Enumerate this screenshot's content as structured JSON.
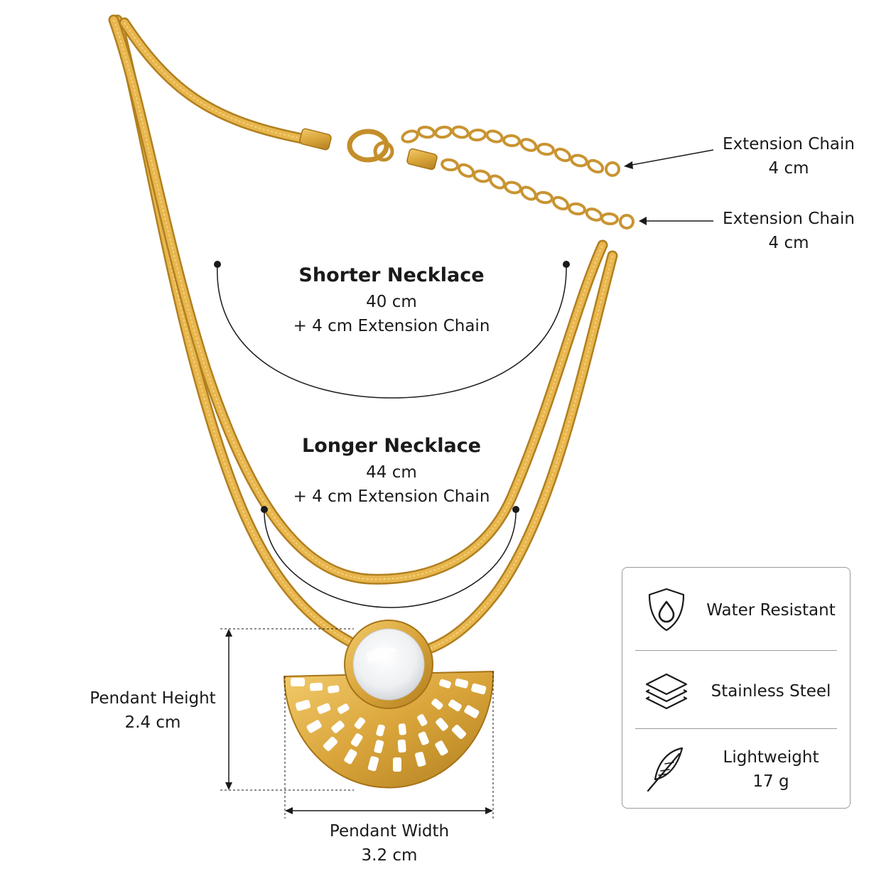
{
  "colors": {
    "gold": "#D9A43A",
    "gold_dark": "#B07F1F",
    "gold_light": "#F2CB6B",
    "pearl": "#EEF0F2",
    "ink": "#1A1A1A",
    "border": "#9A9A9A"
  },
  "extension_chain_1": {
    "label": "Extension Chain",
    "value": "4 cm"
  },
  "extension_chain_2": {
    "label": "Extension Chain",
    "value": "4 cm"
  },
  "shorter_necklace": {
    "title": "Shorter Necklace",
    "length": "40 cm",
    "extension": "+ 4 cm Extension Chain"
  },
  "longer_necklace": {
    "title": "Longer Necklace",
    "length": "44 cm",
    "extension": "+ 4 cm Extension Chain"
  },
  "pendant_height": {
    "label": "Pendant Height",
    "value": "2.4 cm"
  },
  "pendant_width": {
    "label": "Pendant Width",
    "value": "3.2 cm"
  },
  "features": [
    {
      "icon": "water-drop-shield-icon",
      "label": "Water Resistant",
      "detail": ""
    },
    {
      "icon": "layers-icon",
      "label": "Stainless Steel",
      "detail": ""
    },
    {
      "icon": "feather-icon",
      "label": "Lightweight",
      "detail": "17 g"
    }
  ]
}
